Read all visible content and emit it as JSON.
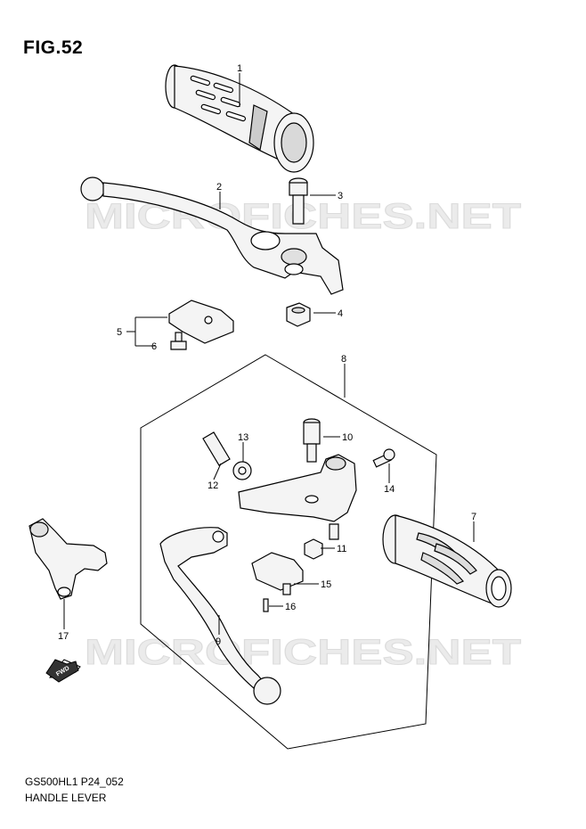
{
  "figure": {
    "title": "FIG.52"
  },
  "watermark": {
    "text": "MICROFICHES.NET"
  },
  "footer": {
    "code": "GS500HL1 P24_052",
    "name": "HANDLE LEVER"
  },
  "callouts": [
    "1",
    "2",
    "3",
    "4",
    "5",
    "6",
    "7",
    "8",
    "9",
    "10",
    "11",
    "12",
    "13",
    "14",
    "15",
    "16",
    "17"
  ],
  "fwd_label": "FWD",
  "colors": {
    "line": "#000000",
    "fill_light": "#f2f2f2",
    "fill_mid": "#d9d9d9",
    "watermark": "#e6e6e6"
  }
}
